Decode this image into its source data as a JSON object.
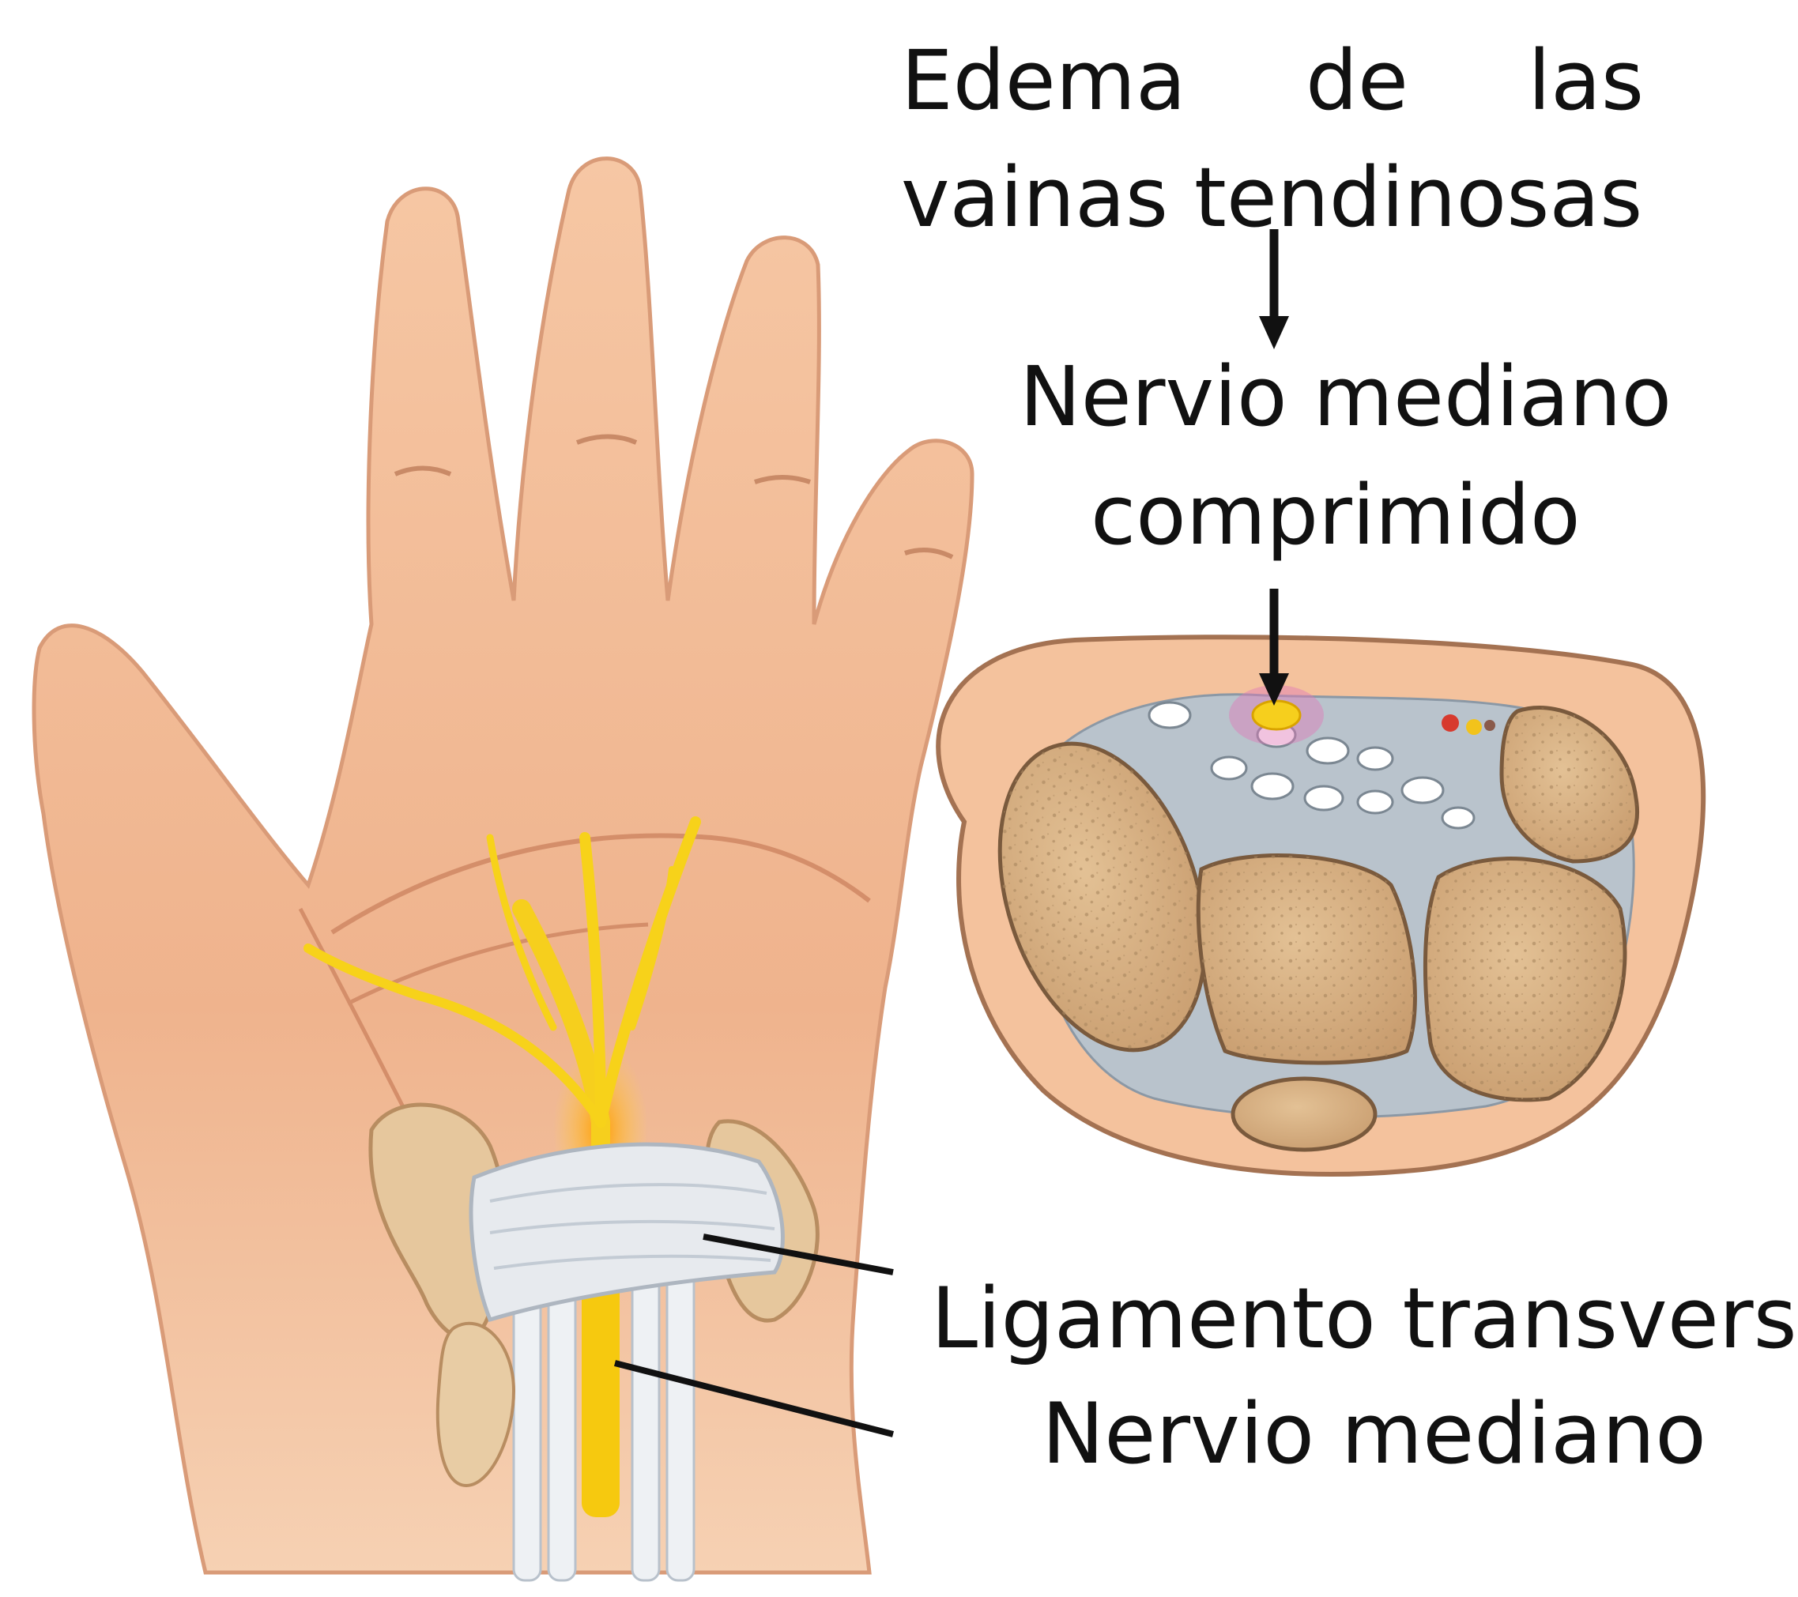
{
  "labels": {
    "edema_line1_words": [
      "Edema",
      "de",
      "las"
    ],
    "edema_line2": "vainas tendinosas",
    "compressed_nerve_line1": "Nervio mediano",
    "compressed_nerve_line2": "comprimido",
    "transverse_ligament": "Ligamento transverso",
    "median_nerve": "Nervio mediano"
  },
  "icons": {
    "hand": "palm-hand-icon",
    "wrist_section": "wrist-cross-section-icon",
    "arrow": "down-arrow-icon"
  },
  "colors": {
    "skin": "#f0b48f",
    "skin_shadow": "#d88e68",
    "nerve": "#f7d21a",
    "nerve_glow": "#ff9e00",
    "bone": "#d6b084",
    "bone_dark": "#a8865e",
    "tendon": "#eef1f4",
    "tendon_outline": "#b8c1cb",
    "section_fill": "#f4c29d",
    "text": "#111111"
  }
}
